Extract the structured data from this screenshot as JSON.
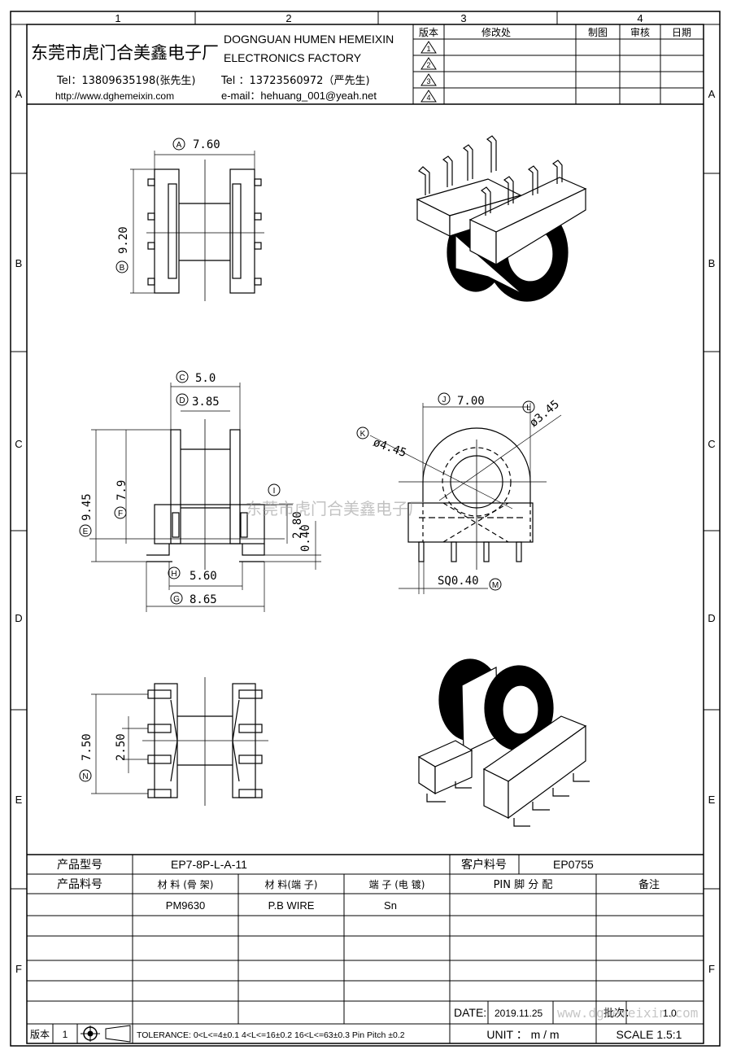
{
  "grid": {
    "columns": [
      "1",
      "2",
      "3",
      "4"
    ],
    "rows": [
      "A",
      "B",
      "C",
      "D",
      "E",
      "F"
    ]
  },
  "company": {
    "name_cn": "东莞市虎门合美鑫电子厂",
    "name_en_1": "DOGNGUAN HUMEN HEMEIXIN",
    "name_en_2": "ELECTRONICS FACTORY",
    "tel1": "Tel：13809635198(张先生)",
    "tel2": "Tel ：13723560972（严先生)",
    "website": "http://www.dghemeixin.com",
    "email": "e-mail：hehuang_001@yeah.net"
  },
  "revision_table": {
    "headers": [
      "版本",
      "修改处",
      "制图",
      "审核",
      "日期"
    ],
    "marks": [
      "1",
      "2",
      "3",
      "4"
    ]
  },
  "watermark": "东莞市虎门合美鑫电子厂",
  "dims": {
    "A": "A",
    "A_val": "7.60",
    "B": "B",
    "B_val": "9.20",
    "C": "C",
    "C_val": "5.0",
    "D": "D",
    "D_val": "3.85",
    "E": "E",
    "E_val": "9.45",
    "F": "F",
    "F_val": "7.9",
    "I": "I",
    "I_val1": "2.80",
    "I_val2": "0.40",
    "H": "H",
    "H_val": "5.60",
    "G": "G",
    "G_val": "8.65",
    "J": "J",
    "J_val": "7.00",
    "K": "K",
    "K_val": "ø4.45",
    "L": "L",
    "L_val": "ø3.45",
    "M": "M",
    "M_val": "SQ0.40",
    "N": "N",
    "N_val": "7.50",
    "O_val": "2.50"
  },
  "title_block": {
    "product_model_label": "产品型号",
    "product_model": "EP7-8P-L-A-11",
    "customer_part_label": "客户料号",
    "customer_part": "EP0755",
    "product_part_label": "产品料号",
    "col_material_frame": "材 料 (骨 架)",
    "col_material_pin": "材 料(端 子)",
    "col_terminal": "端 子 (电 镀)",
    "col_pin": "PIN 脚 分 配",
    "col_note": "备注",
    "material_frame": "PM9630",
    "material_pin": "P.B WIRE",
    "terminal": "Sn",
    "date_label": "DATE:",
    "date_value": "2019.11.25",
    "scale_no_label": "批次：",
    "page_value": "1.0",
    "version_label": "版本",
    "version_value": "1",
    "tolerance": "TOLERANCE:  0<L<=4±0.1  4<L<=16±0.2  16<L<=63±0.3  Pin Pitch  ±0.2",
    "unit": "UNIT ： m / m",
    "scale": "SCALE  1.5:1",
    "site_watermark": "www.dghemeixin.com"
  }
}
